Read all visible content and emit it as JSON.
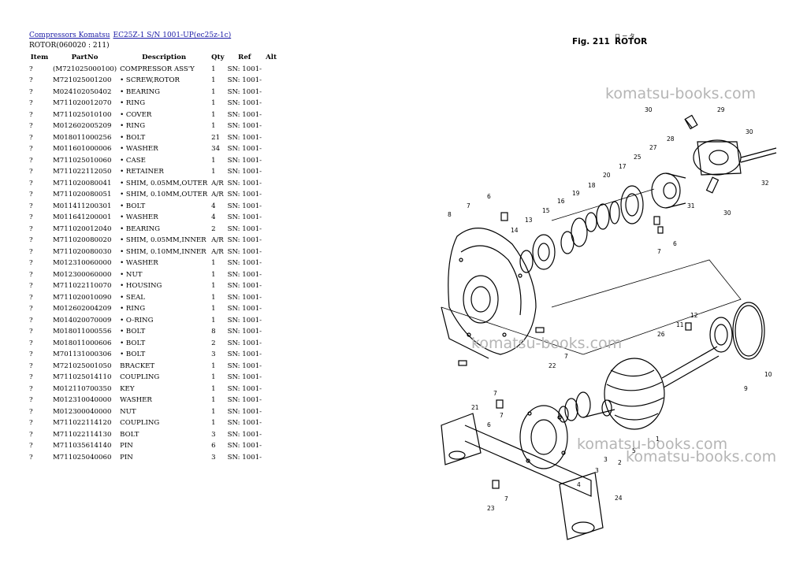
{
  "breadcrumb": {
    "crumb1": "Compressors Komatsu",
    "crumb2": "EC25Z-1 S/N 1001-UP(ec25z-1c)"
  },
  "subtitle": "ROTOR(060020 : 211)",
  "table": {
    "headers": [
      "Item",
      "PartNo",
      "Description",
      "Qty",
      "Ref",
      "Alt"
    ],
    "rows": [
      [
        "?",
        "(M721025000100)",
        "COMPRESSOR ASS'Y",
        "1",
        "SN: 1001-"
      ],
      [
        "?",
        "M721025001200",
        "• SCREW,ROTOR",
        "1",
        "SN: 1001-"
      ],
      [
        "?",
        "M024102050402",
        "• BEARING",
        "1",
        "SN: 1001-"
      ],
      [
        "?",
        "M711020012070",
        "• RING",
        "1",
        "SN: 1001-"
      ],
      [
        "?",
        "M711025010100",
        "• COVER",
        "1",
        "SN: 1001-"
      ],
      [
        "?",
        "M012602005209",
        "• RING",
        "1",
        "SN: 1001-"
      ],
      [
        "?",
        "M018011000256",
        "• BOLT",
        "21",
        "SN: 1001-"
      ],
      [
        "?",
        "M011601000006",
        "• WASHER",
        "34",
        "SN: 1001-"
      ],
      [
        "?",
        "M711025010060",
        "• CASE",
        "1",
        "SN: 1001-"
      ],
      [
        "?",
        "M711022112050",
        "• RETAINER",
        "1",
        "SN: 1001-"
      ],
      [
        "?",
        "M711020080041",
        "• SHIM, 0.05MM,OUTER",
        "A/R",
        "SN: 1001-"
      ],
      [
        "?",
        "M711020080051",
        "• SHIM, 0.10MM,OUTER",
        "A/R",
        "SN: 1001-"
      ],
      [
        "?",
        "M011411200301",
        "• BOLT",
        "4",
        "SN: 1001-"
      ],
      [
        "?",
        "M011641200001",
        "• WASHER",
        "4",
        "SN: 1001-"
      ],
      [
        "?",
        "M711020012040",
        "• BEARING",
        "2",
        "SN: 1001-"
      ],
      [
        "?",
        "M711020080020",
        "• SHIM, 0.05MM,INNER",
        "A/R",
        "SN: 1001-"
      ],
      [
        "?",
        "M711020080030",
        "• SHIM, 0.10MM,INNER",
        "A/R",
        "SN: 1001-"
      ],
      [
        "?",
        "M012310060000",
        "• WASHER",
        "1",
        "SN: 1001-"
      ],
      [
        "?",
        "M012300060000",
        "• NUT",
        "1",
        "SN: 1001-"
      ],
      [
        "?",
        "M711022110070",
        "• HOUSING",
        "1",
        "SN: 1001-"
      ],
      [
        "?",
        "M711020010090",
        "• SEAL",
        "1",
        "SN: 1001-"
      ],
      [
        "?",
        "M012602004209",
        "• RING",
        "1",
        "SN: 1001-"
      ],
      [
        "?",
        "M014020070009",
        "• O-RING",
        "1",
        "SN: 1001-"
      ],
      [
        "?",
        "M018011000556",
        "• BOLT",
        "8",
        "SN: 1001-"
      ],
      [
        "?",
        "M018011000606",
        "• BOLT",
        "2",
        "SN: 1001-"
      ],
      [
        "?",
        "M701131000306",
        "• BOLT",
        "3",
        "SN: 1001-"
      ],
      [
        "?",
        "M721025001050",
        "BRACKET",
        "1",
        "SN: 1001-"
      ],
      [
        "?",
        "M711025014110",
        "COUPLING",
        "1",
        "SN: 1001-"
      ],
      [
        "?",
        "M012110700350",
        "KEY",
        "1",
        "SN: 1001-"
      ],
      [
        "?",
        "M012310040000",
        "WASHER",
        "1",
        "SN: 1001-"
      ],
      [
        "?",
        "M012300040000",
        "NUT",
        "1",
        "SN: 1001-"
      ],
      [
        "?",
        "M711022114120",
        "COUPLING",
        "1",
        "SN: 1001-"
      ],
      [
        "?",
        "M711022114130",
        "BOLT",
        "3",
        "SN: 1001-"
      ],
      [
        "?",
        "M711035614140",
        "PIN",
        "6",
        "SN: 1001-"
      ],
      [
        "?",
        "M711025040060",
        "PIN",
        "3",
        "SN: 1001-"
      ]
    ]
  },
  "figure": {
    "title": "Fig. 211",
    "title_jp": "ロ ー タ",
    "title_en": "ROTOR",
    "watermark": "komatsu-books.com",
    "callouts": [
      "30",
      "29",
      "30",
      "32",
      "30",
      "28",
      "27",
      "25",
      "17",
      "20",
      "31",
      "18",
      "19",
      "16",
      "15",
      "14",
      "13",
      "6",
      "7",
      "8",
      "7",
      "6",
      "12",
      "11",
      "26",
      "9",
      "10",
      "22",
      "7",
      "7",
      "21",
      "1",
      "3",
      "2",
      "5",
      "4",
      "3",
      "6",
      "7",
      "24",
      "23",
      "7"
    ]
  }
}
